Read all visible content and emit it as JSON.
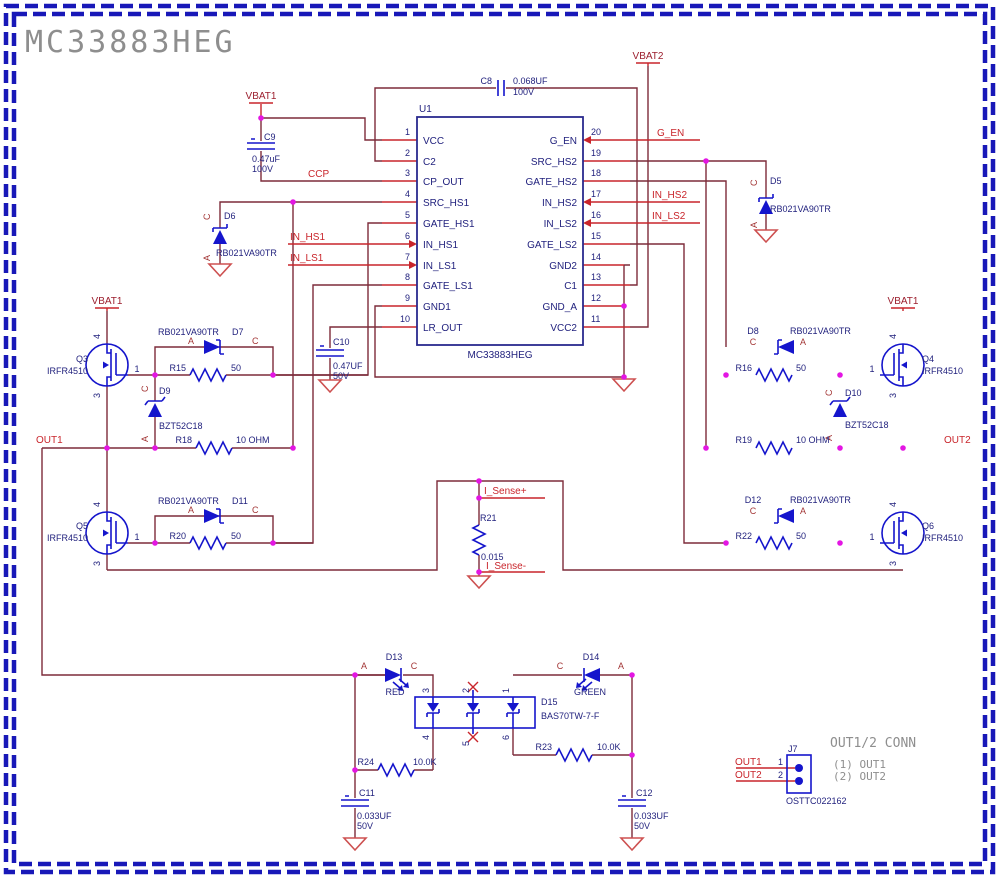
{
  "title": "MC33883HEG",
  "ic": {
    "ref": "U1",
    "part": "MC33883HEG",
    "left_pins": [
      {
        "num": "1",
        "name": "VCC"
      },
      {
        "num": "2",
        "name": "C2"
      },
      {
        "num": "3",
        "name": "CP_OUT"
      },
      {
        "num": "4",
        "name": "SRC_HS1"
      },
      {
        "num": "5",
        "name": "GATE_HS1"
      },
      {
        "num": "6",
        "name": "IN_HS1"
      },
      {
        "num": "7",
        "name": "IN_LS1"
      },
      {
        "num": "8",
        "name": "GATE_LS1"
      },
      {
        "num": "9",
        "name": "GND1"
      },
      {
        "num": "10",
        "name": "LR_OUT"
      }
    ],
    "right_pins": [
      {
        "num": "20",
        "name": "G_EN"
      },
      {
        "num": "19",
        "name": "SRC_HS2"
      },
      {
        "num": "18",
        "name": "GATE_HS2"
      },
      {
        "num": "17",
        "name": "IN_HS2"
      },
      {
        "num": "16",
        "name": "IN_LS2"
      },
      {
        "num": "15",
        "name": "GATE_LS2"
      },
      {
        "num": "14",
        "name": "GND2"
      },
      {
        "num": "13",
        "name": "C1"
      },
      {
        "num": "12",
        "name": "GND_A"
      },
      {
        "num": "11",
        "name": "VCC2"
      }
    ]
  },
  "nets": {
    "vbat1": "VBAT1",
    "vbat2": "VBAT2",
    "ccp": "CCP",
    "in_hs1": "IN_HS1",
    "in_ls1": "IN_LS1",
    "g_en": "G_EN",
    "in_hs2": "IN_HS2",
    "in_ls2": "IN_LS2",
    "out1": "OUT1",
    "out2": "OUT2",
    "i_sense_p": "I_Sense+",
    "i_sense_n": "I_Sense-"
  },
  "marks": {
    "a": "A",
    "c": "C"
  },
  "components": {
    "c8": {
      "ref": "C8",
      "val": "0.068UF",
      "volt": "100V"
    },
    "c9": {
      "ref": "C9",
      "val": "0.47uF",
      "volt": "100V"
    },
    "c10": {
      "ref": "C10",
      "val": "0.47UF",
      "volt": "50V"
    },
    "c11": {
      "ref": "C11",
      "val": "0.033UF",
      "volt": "50V"
    },
    "c12": {
      "ref": "C12",
      "val": "0.033UF",
      "volt": "50V"
    },
    "d5": {
      "ref": "D5",
      "part": "RB021VA90TR"
    },
    "d6": {
      "ref": "D6",
      "part": "RB021VA90TR"
    },
    "d7": {
      "ref": "D7",
      "part": "RB021VA90TR"
    },
    "d8": {
      "ref": "D8",
      "part": "RB021VA90TR"
    },
    "d9": {
      "ref": "D9",
      "part": "BZT52C18"
    },
    "d10": {
      "ref": "D10",
      "part": "BZT52C18"
    },
    "d11": {
      "ref": "D11",
      "part": "RB021VA90TR"
    },
    "d12": {
      "ref": "D12",
      "part": "RB021VA90TR"
    },
    "d13": {
      "ref": "D13",
      "color": "RED"
    },
    "d14": {
      "ref": "D14",
      "color": "GREEN"
    },
    "d15": {
      "ref": "D15",
      "part": "BAS70TW-7-F",
      "pins": [
        "3",
        "2",
        "1",
        "4",
        "5",
        "6"
      ]
    },
    "q3": {
      "ref": "Q3",
      "part": "IRFR4510"
    },
    "q4": {
      "ref": "Q4",
      "part": "IRFR4510"
    },
    "q5": {
      "ref": "Q5",
      "part": "IRFR4510"
    },
    "q6": {
      "ref": "Q6",
      "part": "IRFR4510"
    },
    "fet_pins": {
      "drain": "4",
      "source": "3",
      "gate": "1"
    },
    "r15": {
      "ref": "R15",
      "val": "50"
    },
    "r16": {
      "ref": "R16",
      "val": "50"
    },
    "r18": {
      "ref": "R18",
      "val": "10 OHM"
    },
    "r19": {
      "ref": "R19",
      "val": "10 OHM"
    },
    "r20": {
      "ref": "R20",
      "val": "50"
    },
    "r21": {
      "ref": "R21",
      "val": "0.015"
    },
    "r22": {
      "ref": "R22",
      "val": "50"
    },
    "r23": {
      "ref": "R23",
      "val": "10.0K"
    },
    "r24": {
      "ref": "R24",
      "val": "10.0K"
    }
  },
  "connector": {
    "ref": "J7",
    "part": "OSTTC022162",
    "pin1": "1",
    "pin2": "2",
    "net1": "OUT1",
    "net2": "OUT2",
    "title": "OUT1/2 CONN",
    "note1": "(1) OUT1",
    "note2": "(2) OUT2"
  }
}
